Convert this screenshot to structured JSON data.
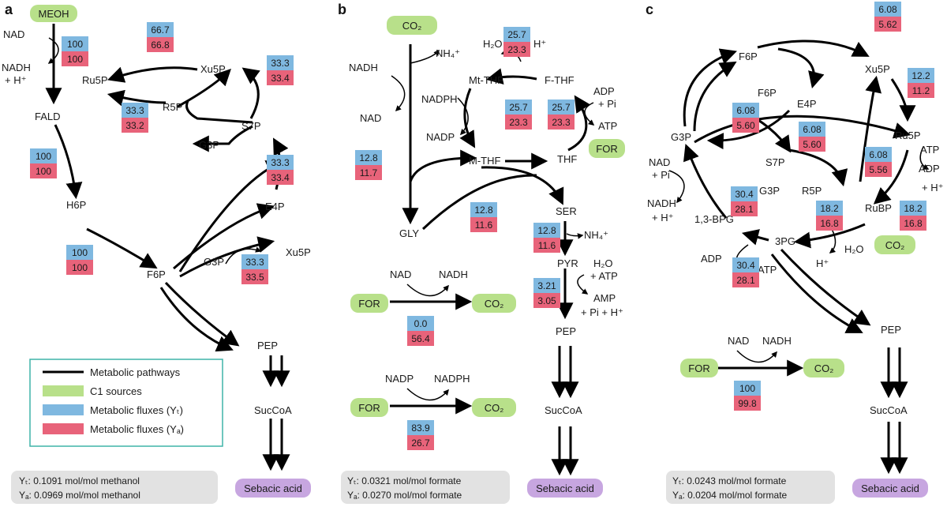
{
  "colors": {
    "c1_source": "#b8e08a",
    "flux_t": "#7fb8e0",
    "flux_a": "#e8637a",
    "product": "#c7a6e0",
    "yield_box": "#e2e2e2",
    "legend_border": "#3fb4a8",
    "arrow": "#000000"
  },
  "legend": {
    "pathway": "Metabolic pathways",
    "c1": "C1 sources",
    "flux_t": "Metabolic fluxes (Yₜ)",
    "flux_a": "Metabolic fluxes (Yₐ)"
  },
  "panels": [
    {
      "letter": "a",
      "pills": [
        {
          "id": "MEOH",
          "text": "MEOH",
          "kind": "c1"
        },
        {
          "id": "SEB",
          "text": "Sebacic acid",
          "kind": "product"
        }
      ],
      "nodes": [
        {
          "text": "NAD"
        },
        {
          "text": "NADH"
        },
        {
          "text": "+ H⁺"
        },
        {
          "text": "Ru5P"
        },
        {
          "text": "FALD"
        },
        {
          "text": "Xu5P"
        },
        {
          "text": "R5P"
        },
        {
          "text": "S7P"
        },
        {
          "text": "G3P"
        },
        {
          "text": "E4P"
        },
        {
          "text": "H6P"
        },
        {
          "text": "F6P"
        },
        {
          "text": "G3P"
        },
        {
          "text": "Xu5P"
        },
        {
          "text": "PEP"
        },
        {
          "text": "SucCoA"
        }
      ],
      "fluxes": [
        {
          "t": "100",
          "a": "100"
        },
        {
          "t": "66.7",
          "a": "66.8"
        },
        {
          "t": "33.3",
          "a": "33.4"
        },
        {
          "t": "33.3",
          "a": "33.2"
        },
        {
          "t": "100",
          "a": "100"
        },
        {
          "t": "33.3",
          "a": "33.4"
        },
        {
          "t": "100",
          "a": "100"
        },
        {
          "t": "33.3",
          "a": "33.5"
        }
      ],
      "yield": [
        "Yₜ: 0.1091 mol/mol methanol",
        "Yₐ: 0.0969 mol/mol methanol"
      ]
    },
    {
      "letter": "b",
      "pills": [
        {
          "id": "CO2",
          "text": "CO₂",
          "kind": "c1"
        },
        {
          "id": "FOR",
          "text": "FOR",
          "kind": "c1"
        },
        {
          "id": "FOR2",
          "text": "FOR",
          "kind": "c1"
        },
        {
          "id": "CO2b",
          "text": "CO₂",
          "kind": "c1"
        },
        {
          "id": "FOR3",
          "text": "FOR",
          "kind": "c1"
        },
        {
          "id": "CO2c",
          "text": "CO₂",
          "kind": "c1"
        },
        {
          "id": "SEB",
          "text": "Sebacic acid",
          "kind": "product"
        }
      ],
      "nodes": [
        {
          "text": "NH₄⁺"
        },
        {
          "text": "NADH"
        },
        {
          "text": "NAD"
        },
        {
          "text": "H₂O"
        },
        {
          "text": "H⁺"
        },
        {
          "text": "Mt-THF"
        },
        {
          "text": "F-THF"
        },
        {
          "text": "ADP"
        },
        {
          "text": "+ Pi"
        },
        {
          "text": "NADPH"
        },
        {
          "text": "ATP"
        },
        {
          "text": "NADP"
        },
        {
          "text": "M-THF"
        },
        {
          "text": "THF"
        },
        {
          "text": "SER"
        },
        {
          "text": "GLY"
        },
        {
          "text": "NH₄⁺"
        },
        {
          "text": "PYR"
        },
        {
          "text": "H₂O"
        },
        {
          "text": "+ ATP"
        },
        {
          "text": "AMP"
        },
        {
          "text": "+ Pi + H⁺"
        },
        {
          "text": "PEP"
        },
        {
          "text": "SucCoA"
        },
        {
          "text": "NAD"
        },
        {
          "text": "NADH"
        },
        {
          "text": "NADP"
        },
        {
          "text": "NADPH"
        }
      ],
      "fluxes": [
        {
          "t": "25.7",
          "a": "23.3"
        },
        {
          "t": "25.7",
          "a": "23.3"
        },
        {
          "t": "25.7",
          "a": "23.3"
        },
        {
          "t": "12.8",
          "a": "11.7"
        },
        {
          "t": "12.8",
          "a": "11.6"
        },
        {
          "t": "12.8",
          "a": "11.6"
        },
        {
          "t": "3.21",
          "a": "3.05"
        },
        {
          "t": "0.0",
          "a": "56.4"
        },
        {
          "t": "83.9",
          "a": "26.7"
        }
      ],
      "yield": [
        "Yₜ: 0.0321 mol/mol formate",
        "Yₐ: 0.0270 mol/mol formate"
      ]
    },
    {
      "letter": "c",
      "pills": [
        {
          "id": "CO2",
          "text": "CO₂",
          "kind": "c1"
        },
        {
          "id": "FOR",
          "text": "FOR",
          "kind": "c1"
        },
        {
          "id": "CO2b",
          "text": "CO₂",
          "kind": "c1"
        },
        {
          "id": "SEB",
          "text": "Sebacic acid",
          "kind": "product"
        }
      ],
      "nodes": [
        {
          "text": "F6P"
        },
        {
          "text": "Xu5P"
        },
        {
          "text": "F6P"
        },
        {
          "text": "E4P"
        },
        {
          "text": "G3P"
        },
        {
          "text": "Ru5P"
        },
        {
          "text": "ATP"
        },
        {
          "text": "S7P"
        },
        {
          "text": "NAD"
        },
        {
          "text": "+ Pi"
        },
        {
          "text": "ADP"
        },
        {
          "text": "+ H⁺"
        },
        {
          "text": "G3P"
        },
        {
          "text": "R5P"
        },
        {
          "text": "RuBP"
        },
        {
          "text": "NADH"
        },
        {
          "text": "+ H⁺"
        },
        {
          "text": "1,3-BPG"
        },
        {
          "text": "3PG"
        },
        {
          "text": "H₂O"
        },
        {
          "text": "ADP"
        },
        {
          "text": "ATP"
        },
        {
          "text": "H⁺"
        },
        {
          "text": "PEP"
        },
        {
          "text": "SucCoA"
        },
        {
          "text": "NAD"
        },
        {
          "text": "NADH"
        }
      ],
      "fluxes": [
        {
          "t": "6.08",
          "a": "5.62"
        },
        {
          "t": "12.2",
          "a": "11.2"
        },
        {
          "t": "6.08",
          "a": "5.60"
        },
        {
          "t": "6.08",
          "a": "5.60"
        },
        {
          "t": "6.08",
          "a": "5.56"
        },
        {
          "t": "30.4",
          "a": "28.1"
        },
        {
          "t": "18.2",
          "a": "16.8"
        },
        {
          "t": "18.2",
          "a": "16.8"
        },
        {
          "t": "30.4",
          "a": "28.1"
        },
        {
          "t": "100",
          "a": "99.8"
        }
      ],
      "yield": [
        "Yₜ: 0.0243 mol/mol formate",
        "Yₐ: 0.0204 mol/mol formate"
      ]
    }
  ]
}
